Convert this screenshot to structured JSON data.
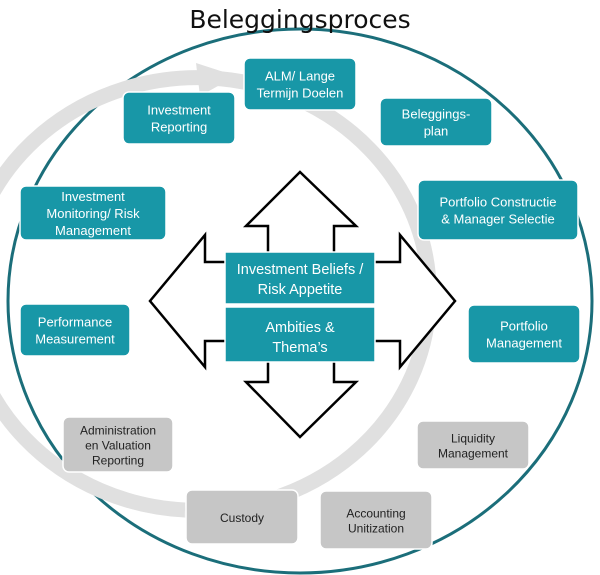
{
  "title": "Beleggingsproces",
  "steps": [
    {
      "lines": [
        "ALM/ Lange",
        "Termijn Doelen"
      ]
    },
    {
      "lines": [
        "Beleggings-",
        "plan"
      ]
    },
    {
      "lines": [
        "Portfolio Constructie",
        "& Manager Selectie"
      ]
    },
    {
      "lines": [
        "Portfolio",
        "Management"
      ]
    },
    {
      "lines": [
        "Liquidity",
        "Management"
      ]
    },
    {
      "lines": [
        "Accounting",
        "Unitization"
      ]
    },
    {
      "lines": [
        "Custody"
      ]
    },
    {
      "lines": [
        "Administration",
        "en Valuation",
        "Reporting"
      ]
    },
    {
      "lines": [
        "Performance",
        "Measurement"
      ]
    },
    {
      "lines": [
        "Investment",
        "Monitoring/ Risk",
        "Management"
      ]
    },
    {
      "lines": [
        "Investment",
        "Reporting"
      ]
    }
  ],
  "center": {
    "top": {
      "lines": [
        "Investment Beliefs /",
        "Risk Appetite"
      ]
    },
    "bottom": {
      "lines": [
        "Ambities &",
        "Thema’s"
      ]
    }
  },
  "colors": {
    "teal": "#1897a7",
    "gray_box": "#c6c6c6",
    "gray_ring": "#e0e0e0",
    "outline": "#1b6e7a"
  }
}
